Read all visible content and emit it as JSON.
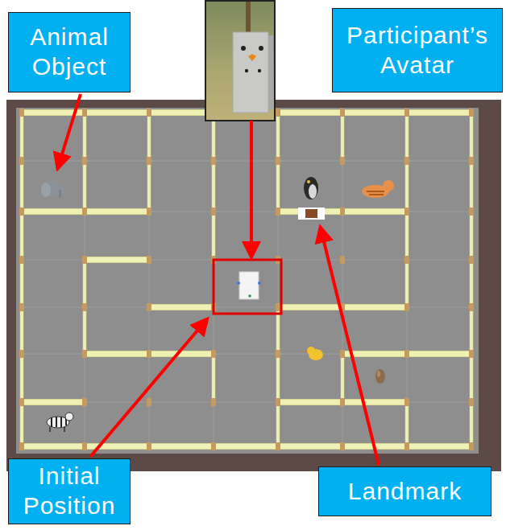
{
  "diagram": {
    "nodes": [
      {
        "text": [
          "Animal Object"
        ]
      },
      {
        "text": [
          "Participant’s Avatar"
        ]
      },
      {
        "text": [
          "Initial Position"
        ]
      },
      {
        "text": [
          "Landmark"
        ]
      }
    ]
  }
}
